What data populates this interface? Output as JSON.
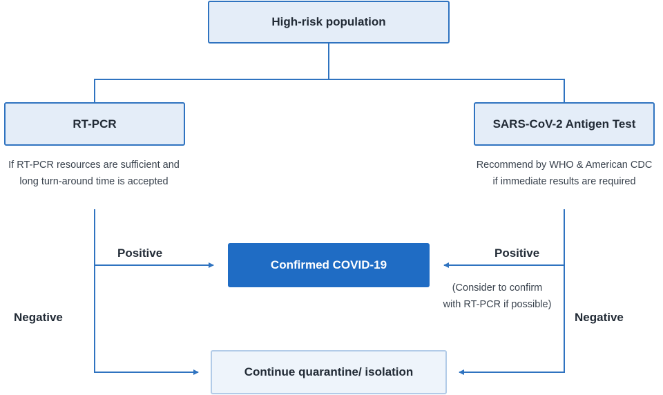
{
  "nodes": {
    "top": "High-risk population",
    "left": "RT-PCR",
    "right": "SARS-CoV-2 Antigen Test",
    "confirmed": "Confirmed COVID-19",
    "quarantine": "Continue quarantine/ isolation"
  },
  "notes": {
    "left_line1": "If RT-PCR resources are sufficient and",
    "left_line2": "long turn-around time is accepted",
    "right_line1": "Recommend by WHO & American CDC",
    "right_line2": "if immediate results are required",
    "confirm_line1": "(Consider to confirm",
    "confirm_line2": "with RT-PCR if possible)"
  },
  "edges": {
    "left_positive": "Positive",
    "right_positive": "Positive",
    "left_negative": "Negative",
    "right_negative": "Negative"
  },
  "colors": {
    "line": "#2f73c0",
    "primary": "#1f6cc4",
    "light_fill": "#e4edf8"
  }
}
